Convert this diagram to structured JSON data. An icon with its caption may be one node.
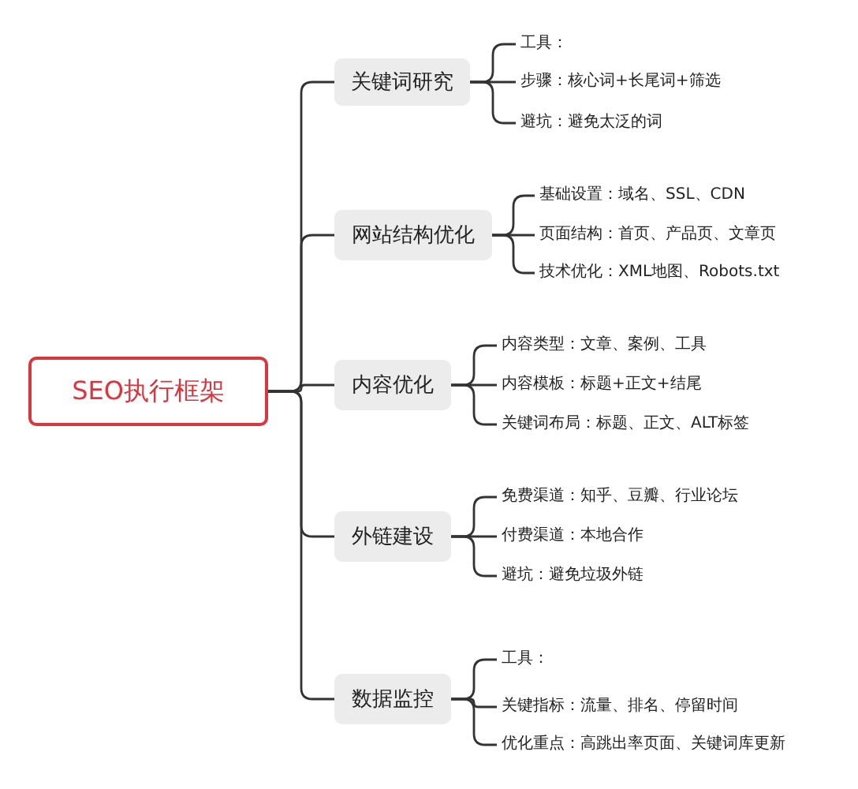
{
  "diagram": {
    "nodes": [
      {
        "text": [
          "SEO执行框架"
        ]
      },
      {
        "text": [
          "关键词研究"
        ]
      },
      {
        "text": [
          "工具："
        ]
      },
      {
        "text": [
          "步骤：核心词+长尾词+筛选"
        ]
      },
      {
        "text": [
          "避坑：避免太泛的词"
        ]
      },
      {
        "text": [
          "网站结构优化"
        ]
      },
      {
        "text": [
          "基础设置：域名、SSL、CDN"
        ]
      },
      {
        "text": [
          "页面结构：首页、产品页、文章页"
        ]
      },
      {
        "text": [
          "技术优化：XML地图、Robots.txt"
        ]
      },
      {
        "text": [
          "内容优化"
        ]
      },
      {
        "text": [
          "内容类型：文章、案例、工具"
        ]
      },
      {
        "text": [
          "内容模板：标题+正文+结尾"
        ]
      },
      {
        "text": [
          "关键词布局：标题、正文、ALT标签"
        ]
      },
      {
        "text": [
          "外链建设"
        ]
      },
      {
        "text": [
          "免费渠道：知乎、豆瓣、行业论坛"
        ]
      },
      {
        "text": [
          "付费渠道：本地合作"
        ]
      },
      {
        "text": [
          "避坑：避免垃圾外链"
        ]
      },
      {
        "text": [
          "数据监控"
        ]
      },
      {
        "text": [
          "工具："
        ]
      },
      {
        "text": [
          "关键指标：流量、排名、停留时间"
        ]
      },
      {
        "text": [
          "优化重点：高跳出率页面、关键词库更新"
        ]
      }
    ],
    "edges": [
      {
        "from": 0,
        "to": 1,
        "arrow": "none"
      },
      {
        "from": 0,
        "to": 5,
        "arrow": "none"
      },
      {
        "from": 0,
        "to": 9,
        "arrow": "none"
      },
      {
        "from": 0,
        "to": 13,
        "arrow": "none"
      },
      {
        "from": 0,
        "to": 17,
        "arrow": "none"
      },
      {
        "from": 1,
        "to": 2,
        "arrow": "none"
      },
      {
        "from": 1,
        "to": 3,
        "arrow": "none"
      },
      {
        "from": 1,
        "to": 4,
        "arrow": "none"
      },
      {
        "from": 5,
        "to": 6,
        "arrow": "none"
      },
      {
        "from": 5,
        "to": 7,
        "arrow": "none"
      },
      {
        "from": 5,
        "to": 8,
        "arrow": "none"
      },
      {
        "from": 9,
        "to": 10,
        "arrow": "none"
      },
      {
        "from": 9,
        "to": 11,
        "arrow": "none"
      },
      {
        "from": 9,
        "to": 12,
        "arrow": "none"
      },
      {
        "from": 13,
        "to": 14,
        "arrow": "none"
      },
      {
        "from": 13,
        "to": 15,
        "arrow": "none"
      },
      {
        "from": 13,
        "to": 16,
        "arrow": "none"
      },
      {
        "from": 17,
        "to": 18,
        "arrow": "none"
      },
      {
        "from": 17,
        "to": 19,
        "arrow": "none"
      },
      {
        "from": 17,
        "to": 20,
        "arrow": "none"
      }
    ]
  }
}
